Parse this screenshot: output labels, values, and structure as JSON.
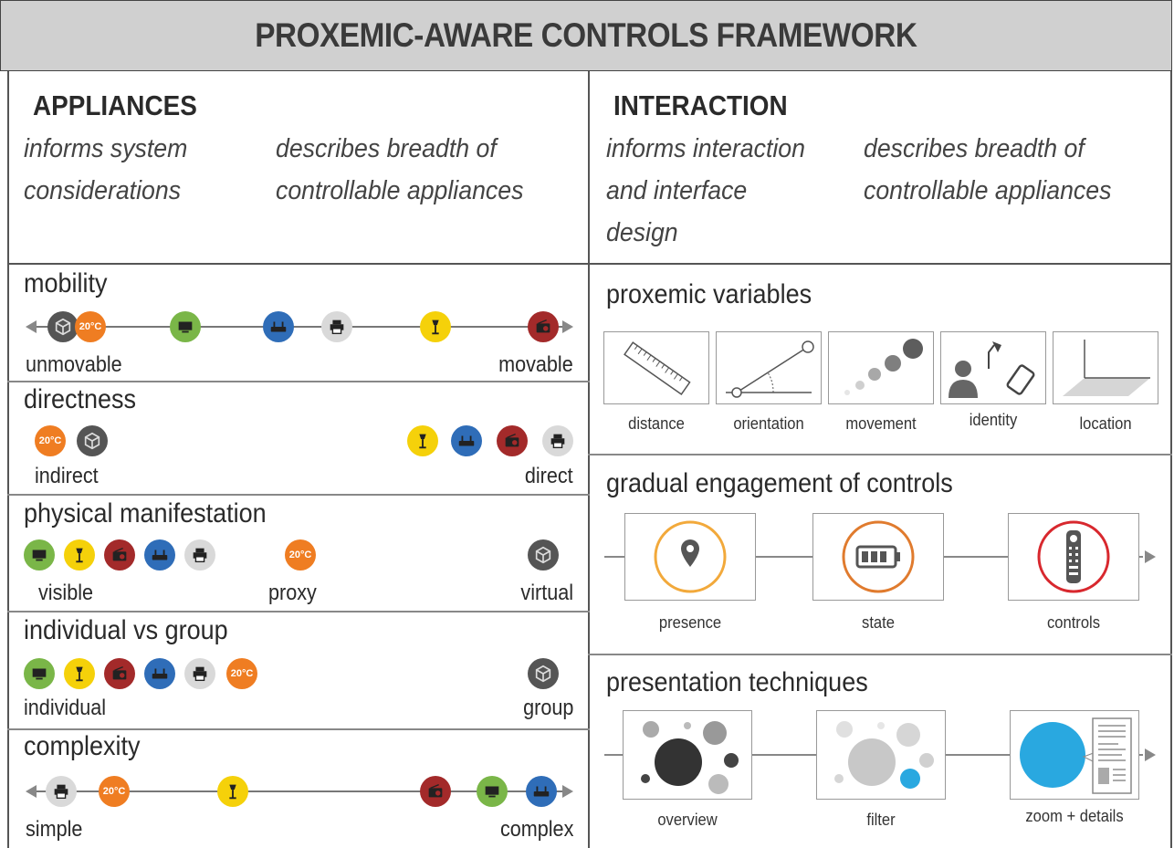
{
  "title": "PROXEMIC-AWARE CONTROLS FRAMEWORK",
  "colors": {
    "temp": "#ef7d22",
    "screen": "#7ab648",
    "lamp": "#f5d10a",
    "router": "#2f6db8",
    "printer": "#d9d9d9",
    "radio": "#a32a2a",
    "virtual": "#555555",
    "ring_presence": "#f2a93b",
    "ring_state": "#e07b2e",
    "ring_controls": "#d8282e",
    "accent_blue": "#29a8e0"
  },
  "appliances": {
    "heading": "APPLIANCES",
    "left_sub": [
      "informs system",
      "considerations"
    ],
    "right_sub": [
      "describes breadth of",
      "controllable appliances"
    ]
  },
  "interaction": {
    "heading": "INTERACTION",
    "left_sub": [
      "informs interaction",
      "and interface",
      "design"
    ],
    "right_sub": [
      "describes breadth of",
      "controllable appliances"
    ]
  },
  "dimensions": {
    "mobility": {
      "title": "mobility",
      "left": "unmovable",
      "right": "movable",
      "temp_text": "20°C"
    },
    "directness": {
      "title": "directness",
      "left": "indirect",
      "right": "direct",
      "temp_text": "20°C"
    },
    "physical": {
      "title": "physical manifestation",
      "left": "visible",
      "mid": "proxy",
      "right": "virtual",
      "temp_text": "20°C"
    },
    "group": {
      "title": "individual vs group",
      "left": "individual",
      "right": "group",
      "temp_text": "20°C"
    },
    "complexity": {
      "title": "complexity",
      "left": "simple",
      "right": "complex",
      "temp_text": "20°C"
    }
  },
  "proxemic": {
    "title": "proxemic variables",
    "items": [
      "distance",
      "orientation",
      "movement",
      "identity",
      "location"
    ]
  },
  "engagement": {
    "title": "gradual engagement of controls",
    "items": [
      "presence",
      "state",
      "controls"
    ]
  },
  "presentation": {
    "title": "presentation techniques",
    "items": [
      "overview",
      "filter",
      "zoom + details"
    ]
  }
}
